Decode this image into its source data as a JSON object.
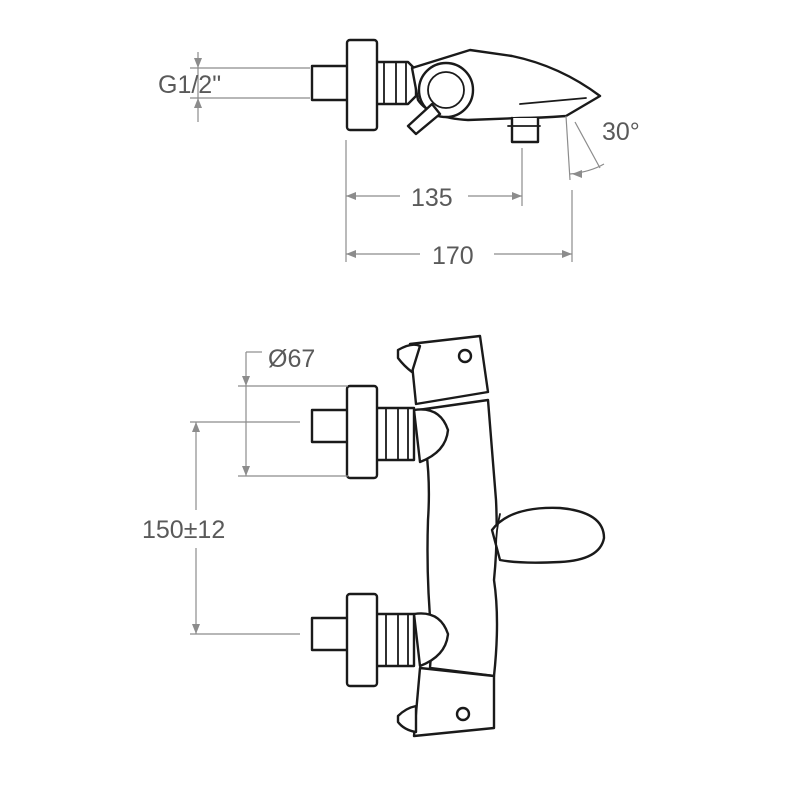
{
  "dimensions": {
    "thread": "G1/2\"",
    "spout_angle": "30°",
    "inlet_to_outlet": "135",
    "overall_depth": "170",
    "escutcheon_diameter": "Ø67",
    "inlet_spacing": "150±12"
  },
  "colors": {
    "outline": "#1a1a1a",
    "dimension_line": "#8c8c8c",
    "dimension_text": "#5a5a5a",
    "background": "#ffffff"
  }
}
